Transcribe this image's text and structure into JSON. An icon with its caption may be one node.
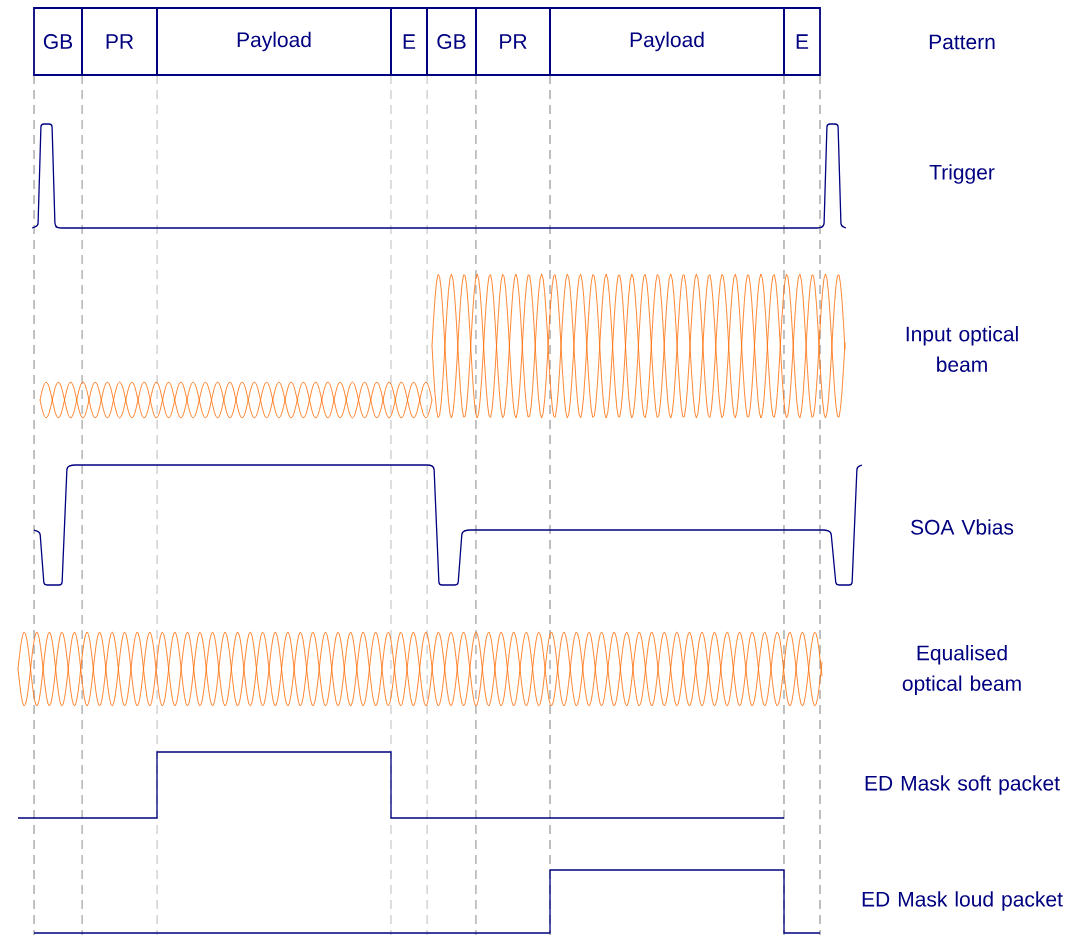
{
  "diagram": {
    "nodes": [
      {
        "text": [
          "GB"
        ]
      },
      {
        "text": [
          "PR"
        ]
      },
      {
        "text": [
          "Payload"
        ]
      },
      {
        "text": [
          "E"
        ]
      },
      {
        "text": [
          "GB"
        ]
      },
      {
        "text": [
          "PR"
        ]
      },
      {
        "text": [
          "Payload"
        ]
      },
      {
        "text": [
          "E"
        ]
      }
    ],
    "labels": [
      "Pattern",
      "Trigger",
      "Input optical beam",
      "SOA Vbias",
      "Equalised optical beam",
      "ED Mask soft packet",
      "ED Mask loud packet"
    ]
  }
}
